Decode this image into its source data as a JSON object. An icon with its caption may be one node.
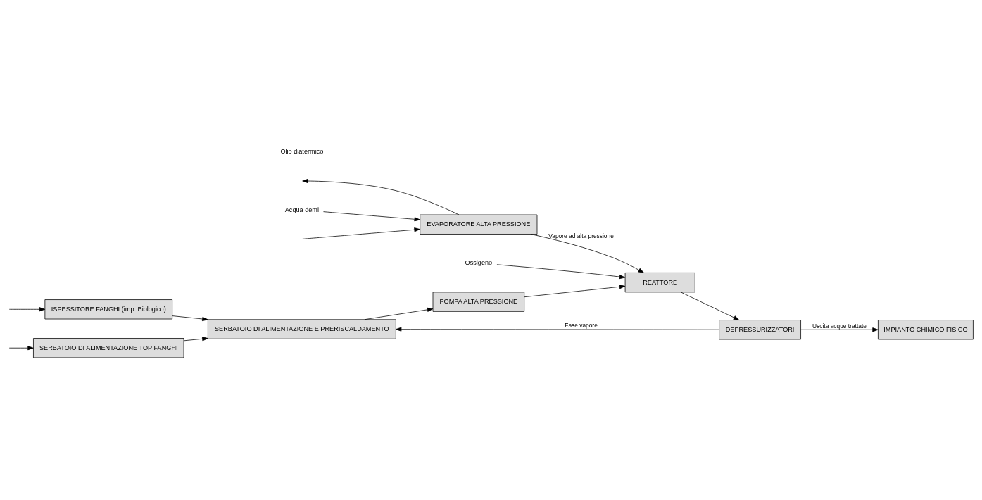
{
  "diagram": {
    "nodes": [
      {
        "text": [
          "SERBATOIO DI ALIMENTAZIONE TOP FANGHI"
        ]
      },
      {
        "text": [
          "EVAPORATORE ALTA PRESSIONE"
        ]
      },
      {
        "text": [
          "ISPESSITORE FANGHI (imp. Biologico)"
        ]
      },
      {
        "text": [
          "SERBATOIO DI ALIMENTAZIONE E PRERISCALDAMENTO"
        ]
      },
      {
        "text": [
          "POMPA ALTA PRESSIONE"
        ]
      },
      {
        "text": [
          "REATTORE"
        ]
      },
      {
        "text": [
          "DEPRESSURIZZATORI"
        ]
      },
      {
        "text": [
          "IMPIANTO CHIMICO FISICO"
        ]
      },
      {
        "text": [
          "Acqua demi"
        ]
      },
      {
        "text": [
          "Ossigeno"
        ]
      }
    ],
    "edges": [
      {
        "from": null,
        "to": 0,
        "arrow": "to"
      },
      {
        "from": null,
        "to": 2,
        "arrow": "to"
      },
      {
        "from": 0,
        "to": 3,
        "arrow": "to"
      },
      {
        "from": 2,
        "to": 3,
        "arrow": "to"
      },
      {
        "from": 3,
        "to": 4,
        "arrow": "to"
      },
      {
        "from": 4,
        "to": 5,
        "arrow": "to"
      },
      {
        "from": 9,
        "to": 5,
        "arrow": "to"
      },
      {
        "from": 1,
        "to": null,
        "arrow": "to"
      },
      {
        "from": null,
        "to": 1,
        "arrow": "to"
      },
      {
        "from": 8,
        "to": 1,
        "arrow": "to"
      },
      {
        "from": 1,
        "to": 5,
        "arrow": "to",
        "label": "Vapore ad alta pressione"
      },
      {
        "from": 5,
        "to": 6,
        "arrow": "to"
      },
      {
        "from": 6,
        "to": 3,
        "arrow": "to",
        "label": "Fase vapore"
      },
      {
        "from": 6,
        "to": 7,
        "arrow": "to",
        "label": "Uscita acque trattate"
      }
    ],
    "labels": [
      "Olio diatermico"
    ]
  }
}
